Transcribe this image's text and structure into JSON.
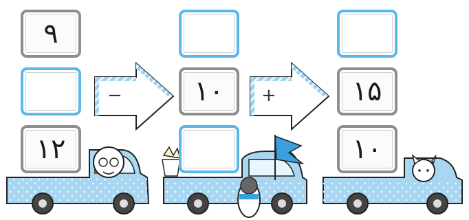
{
  "columns": [
    {
      "boxes": [
        {
          "value": "۹",
          "style": "gray"
        },
        {
          "value": "",
          "style": "blue"
        },
        {
          "value": "۱۲",
          "style": "gray"
        }
      ]
    },
    {
      "boxes": [
        {
          "value": "",
          "style": "blue"
        },
        {
          "value": "۱۰",
          "style": "gray"
        },
        {
          "value": "",
          "style": "blue"
        }
      ]
    },
    {
      "boxes": [
        {
          "value": "",
          "style": "blue"
        },
        {
          "value": "۱۵",
          "style": "gray"
        },
        {
          "value": "۱۰",
          "style": "gray"
        }
      ]
    }
  ],
  "arrows": [
    {
      "sign": "−"
    },
    {
      "sign": "+"
    }
  ],
  "colors": {
    "truck": "#a9d6f0",
    "box_border_blue": "#5bb8ea",
    "box_border_gray": "#8e8e8e",
    "flag": "#3aa0dd"
  },
  "icons": [
    "sheep-driver-icon",
    "penguin-icon",
    "cat-driver-icon",
    "flag-icon",
    "ice-cream-cup-icon"
  ]
}
